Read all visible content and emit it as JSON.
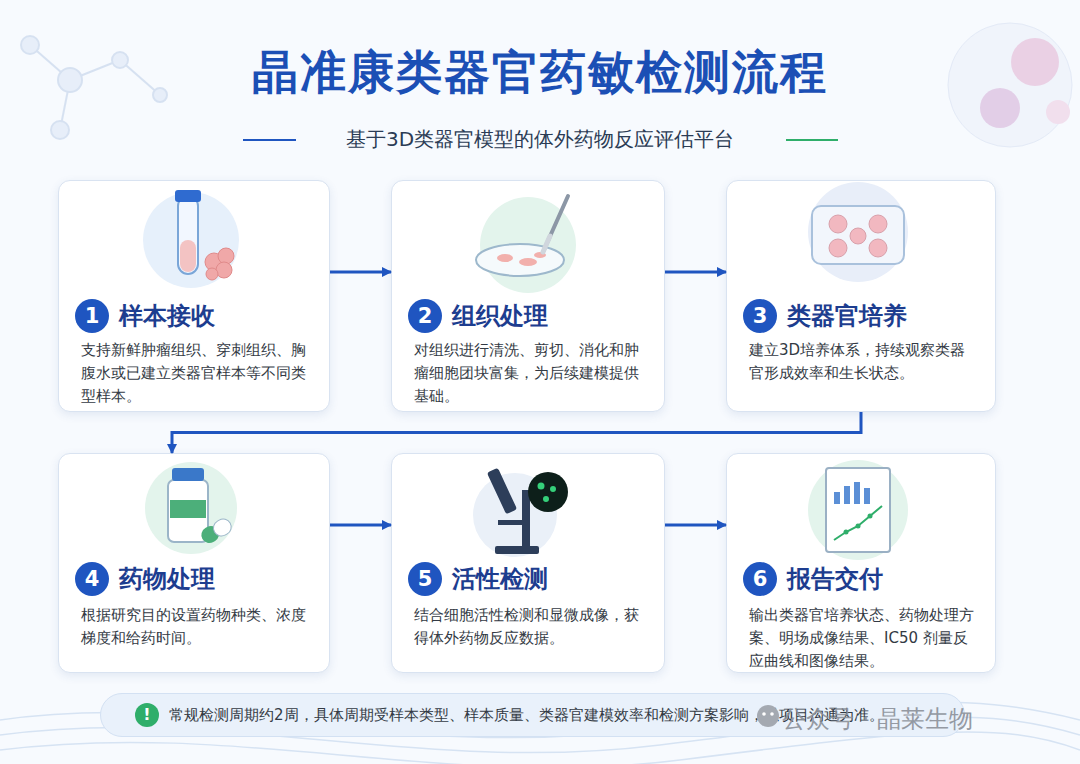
{
  "diagram": {
    "title": "晶准康类器官药敏检测流程",
    "nodes": [
      {
        "text": [
          "样本接收",
          "支持新鲜肿瘤组织、穿刺组织、胸腹水或已建立类器官样本等不同类型样本。"
        ]
      },
      {
        "text": [
          "1"
        ],
        "in": 0
      },
      {
        "text": [
          "组织处理",
          "对组织进行清洗、剪切、消化和肿瘤细胞团块富集，为后续建模提供基础。"
        ]
      },
      {
        "text": [
          "2"
        ],
        "in": 2
      },
      {
        "text": [
          "类器官培养",
          "建立3D培养体系，持续观察类器官形成效率和生长状态。"
        ]
      },
      {
        "text": [
          "3"
        ],
        "in": 4
      },
      {
        "text": [
          "药物处理",
          "根据研究目的设置药物种类、浓度梯度和给药时间。"
        ]
      },
      {
        "text": [
          "4"
        ],
        "in": 6
      },
      {
        "text": [
          "活性检测",
          "结合细胞活性检测和显微成像，获得体外药物反应数据。"
        ]
      },
      {
        "text": [
          "5"
        ],
        "in": 8
      },
      {
        "text": [
          "报告交付",
          "输出类器官培养状态、药物处理方案、明场成像结果、IC50 剂量反应曲线和图像结果。"
        ]
      },
      {
        "text": [
          "6"
        ],
        "in": 10
      },
      {
        "text": [
          "常规检测周期约2周，具体周期受样本类型、样本质量、类器官建模效率和检测方案影响，以项目沟通为准。"
        ]
      },
      {
        "text": [
          "!"
        ],
        "in": 12
      }
    ],
    "edges": [
      {
        "from": 0,
        "to": 2,
        "arrow": "to"
      },
      {
        "from": 2,
        "to": 4,
        "arrow": "to"
      },
      {
        "from": 4,
        "to": 6,
        "arrow": "to"
      },
      {
        "from": 6,
        "to": 8,
        "arrow": "to"
      },
      {
        "from": 8,
        "to": 10,
        "arrow": "to"
      }
    ],
    "labels": [
      "基于3D类器官模型的体外药物反应评估平台",
      "公众号 · 晶莱生物"
    ]
  }
}
